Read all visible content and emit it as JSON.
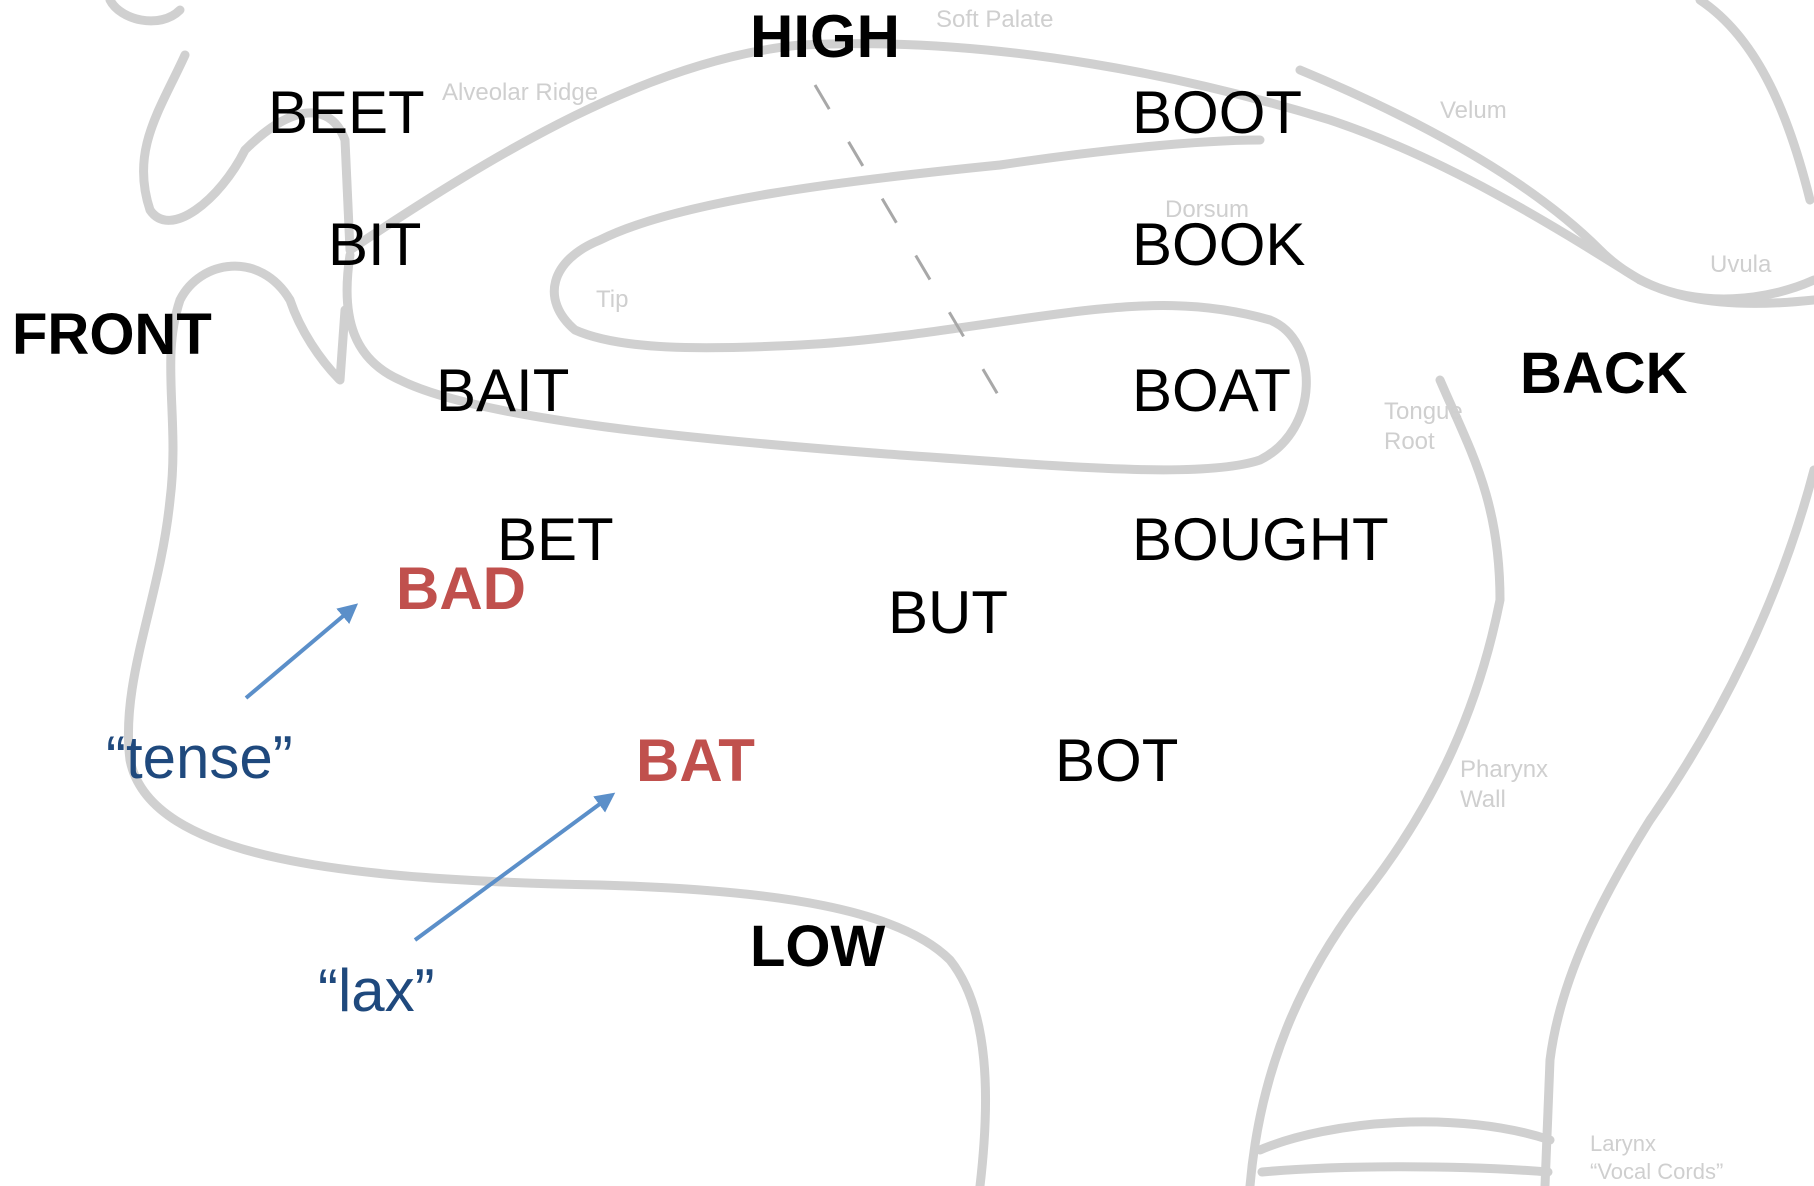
{
  "colors": {
    "outline": "#d0d0d0",
    "anatomy_label": "#cfcfcf",
    "word": "#000000",
    "axis": "#000000",
    "highlight": "#c0504d",
    "note": "#1f497d",
    "arrow": "#5b8fc9"
  },
  "axes": {
    "high": "HIGH",
    "low": "LOW",
    "front": "FRONT",
    "back": "BACK"
  },
  "anatomy": {
    "soft_palate": "Soft Palate",
    "alveolar_ridge": "Alveolar Ridge",
    "velum": "Velum",
    "dorsum": "Dorsum",
    "tip": "Tip",
    "uvula": "Uvula",
    "tongue_root": "Tongue\nRoot",
    "pharynx_wall": "Pharynx\nWall",
    "larynx": "Larynx\n“Vocal Cords”"
  },
  "vowel_words": {
    "beet": "BEET",
    "bit": "BIT",
    "bait": "BAIT",
    "bet": "BET",
    "boot": "BOOT",
    "book": "BOOK",
    "boat": "BOAT",
    "bought": "BOUGHT",
    "but": "BUT",
    "bot": "BOT"
  },
  "highlighted_words": {
    "bad": "BAD",
    "bat": "BAT"
  },
  "annotations": {
    "tense": "“tense”",
    "lax": "“lax”"
  }
}
